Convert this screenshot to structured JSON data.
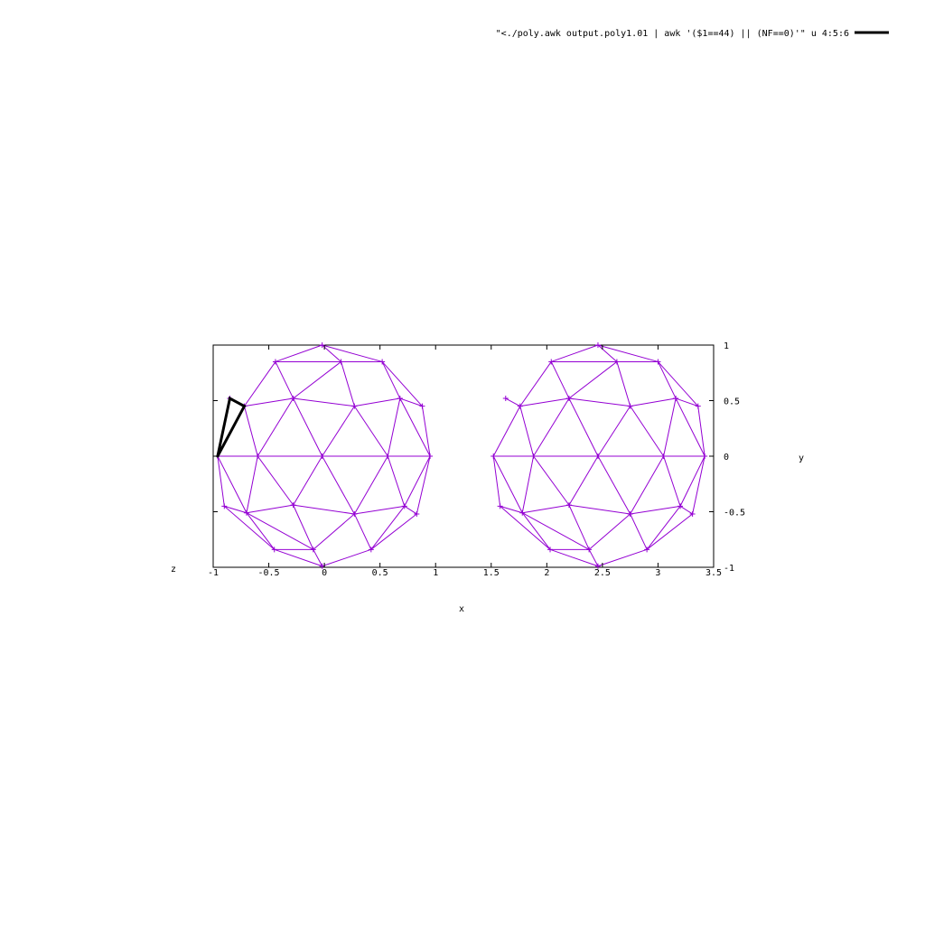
{
  "chart_data": {
    "type": "line",
    "title": "",
    "xlabel": "x",
    "ylabel": "y",
    "zlabel": "z",
    "xlim": [
      -1,
      3.5
    ],
    "ylim": [
      -1,
      1
    ],
    "x_ticks": [
      -1,
      -0.5,
      0,
      0.5,
      1,
      1.5,
      2,
      2.5,
      3,
      3.5
    ],
    "y_ticks": [
      -1,
      -0.5,
      0,
      0.5,
      1
    ],
    "grid": false,
    "legend_position": "top-right",
    "series": [
      {
        "name": "\"<./poly.awk output.poly1.01 | awk '($1==44) || (NF==0)'\" u 4:5:6",
        "color": "#000000",
        "style": "thick-line",
        "points": [
          [
            -0.96,
            0
          ],
          [
            -0.85,
            0.52
          ],
          [
            -0.72,
            0.45
          ],
          [
            -0.96,
            0
          ]
        ]
      }
    ],
    "mesh": {
      "color": "#9400d3",
      "left_sphere": {
        "vertices": [
          [
            -0.96,
            0
          ],
          [
            -0.9,
            -0.45
          ],
          [
            -0.7,
            -0.51
          ],
          [
            -0.6,
            0
          ],
          [
            -0.85,
            0.52
          ],
          [
            -0.72,
            0.45
          ],
          [
            -0.44,
            0.85
          ],
          [
            -0.28,
            0.52
          ],
          [
            -0.28,
            -0.44
          ],
          [
            -0.45,
            -0.84
          ],
          [
            -0.1,
            -0.84
          ],
          [
            -0.02,
            1
          ],
          [
            -0.02,
            0
          ],
          [
            -0.02,
            -0.99
          ],
          [
            0.15,
            0.85
          ],
          [
            0.27,
            0.45
          ],
          [
            0.27,
            -0.52
          ],
          [
            0.42,
            -0.84
          ],
          [
            0.52,
            0.85
          ],
          [
            0.57,
            0
          ],
          [
            0.68,
            0.52
          ],
          [
            0.72,
            -0.45
          ],
          [
            0.88,
            0.45
          ],
          [
            0.83,
            -0.52
          ],
          [
            0.95,
            0
          ]
        ],
        "edges": [
          [
            0,
            1
          ],
          [
            1,
            9
          ],
          [
            9,
            13
          ],
          [
            13,
            17
          ],
          [
            17,
            23
          ],
          [
            23,
            24
          ],
          [
            24,
            22
          ],
          [
            22,
            18
          ],
          [
            18,
            11
          ],
          [
            11,
            6
          ],
          [
            6,
            5
          ],
          [
            5,
            4
          ],
          [
            4,
            0
          ],
          [
            0,
            3
          ],
          [
            3,
            12
          ],
          [
            12,
            19
          ],
          [
            19,
            24
          ],
          [
            0,
            5
          ],
          [
            5,
            3
          ],
          [
            0,
            2
          ],
          [
            2,
            3
          ],
          [
            1,
            2
          ],
          [
            2,
            9
          ],
          [
            2,
            8
          ],
          [
            3,
            8
          ],
          [
            8,
            12
          ],
          [
            3,
            7
          ],
          [
            5,
            7
          ],
          [
            6,
            7
          ],
          [
            7,
            12
          ],
          [
            6,
            14
          ],
          [
            7,
            14
          ],
          [
            11,
            14
          ],
          [
            14,
            18
          ],
          [
            14,
            15
          ],
          [
            7,
            15
          ],
          [
            15,
            12
          ],
          [
            15,
            19
          ],
          [
            15,
            20
          ],
          [
            18,
            20
          ],
          [
            20,
            22
          ],
          [
            20,
            19
          ],
          [
            20,
            24
          ],
          [
            2,
            10
          ],
          [
            9,
            10
          ],
          [
            8,
            10
          ],
          [
            10,
            13
          ],
          [
            8,
            16
          ],
          [
            12,
            16
          ],
          [
            16,
            10
          ],
          [
            16,
            17
          ],
          [
            16,
            19
          ],
          [
            16,
            21
          ],
          [
            19,
            21
          ],
          [
            21,
            17
          ],
          [
            21,
            23
          ],
          [
            21,
            24
          ]
        ]
      },
      "right_sphere": {
        "vertices": [
          [
            1.52,
            0
          ],
          [
            1.58,
            -0.45
          ],
          [
            1.78,
            -0.51
          ],
          [
            1.88,
            0
          ],
          [
            1.63,
            0.52
          ],
          [
            1.76,
            0.45
          ],
          [
            2.04,
            0.85
          ],
          [
            2.2,
            0.52
          ],
          [
            2.2,
            -0.44
          ],
          [
            2.03,
            -0.84
          ],
          [
            2.38,
            -0.84
          ],
          [
            2.46,
            1
          ],
          [
            2.46,
            0
          ],
          [
            2.46,
            -0.99
          ],
          [
            2.63,
            0.85
          ],
          [
            2.75,
            0.45
          ],
          [
            2.75,
            -0.52
          ],
          [
            2.9,
            -0.84
          ],
          [
            3.0,
            0.85
          ],
          [
            3.05,
            0
          ],
          [
            3.16,
            0.52
          ],
          [
            3.2,
            -0.45
          ],
          [
            3.36,
            0.45
          ],
          [
            3.31,
            -0.52
          ],
          [
            3.42,
            0
          ]
        ],
        "edges": [
          [
            0,
            1
          ],
          [
            1,
            9
          ],
          [
            9,
            13
          ],
          [
            13,
            17
          ],
          [
            17,
            23
          ],
          [
            23,
            24
          ],
          [
            24,
            22
          ],
          [
            22,
            18
          ],
          [
            18,
            11
          ],
          [
            11,
            6
          ],
          [
            6,
            5
          ],
          [
            5,
            4
          ],
          [
            5,
            0
          ],
          [
            0,
            3
          ],
          [
            3,
            12
          ],
          [
            12,
            19
          ],
          [
            19,
            24
          ],
          [
            5,
            3
          ],
          [
            0,
            2
          ],
          [
            2,
            3
          ],
          [
            1,
            2
          ],
          [
            2,
            9
          ],
          [
            2,
            8
          ],
          [
            3,
            8
          ],
          [
            8,
            12
          ],
          [
            3,
            7
          ],
          [
            5,
            7
          ],
          [
            6,
            7
          ],
          [
            7,
            12
          ],
          [
            6,
            14
          ],
          [
            7,
            14
          ],
          [
            11,
            14
          ],
          [
            14,
            18
          ],
          [
            14,
            15
          ],
          [
            7,
            15
          ],
          [
            15,
            12
          ],
          [
            15,
            19
          ],
          [
            15,
            20
          ],
          [
            18,
            20
          ],
          [
            20,
            22
          ],
          [
            20,
            19
          ],
          [
            20,
            24
          ],
          [
            2,
            10
          ],
          [
            9,
            10
          ],
          [
            8,
            10
          ],
          [
            10,
            13
          ],
          [
            8,
            16
          ],
          [
            12,
            16
          ],
          [
            16,
            10
          ],
          [
            16,
            17
          ],
          [
            16,
            19
          ],
          [
            16,
            21
          ],
          [
            19,
            21
          ],
          [
            21,
            17
          ],
          [
            21,
            23
          ],
          [
            21,
            24
          ]
        ]
      }
    }
  }
}
